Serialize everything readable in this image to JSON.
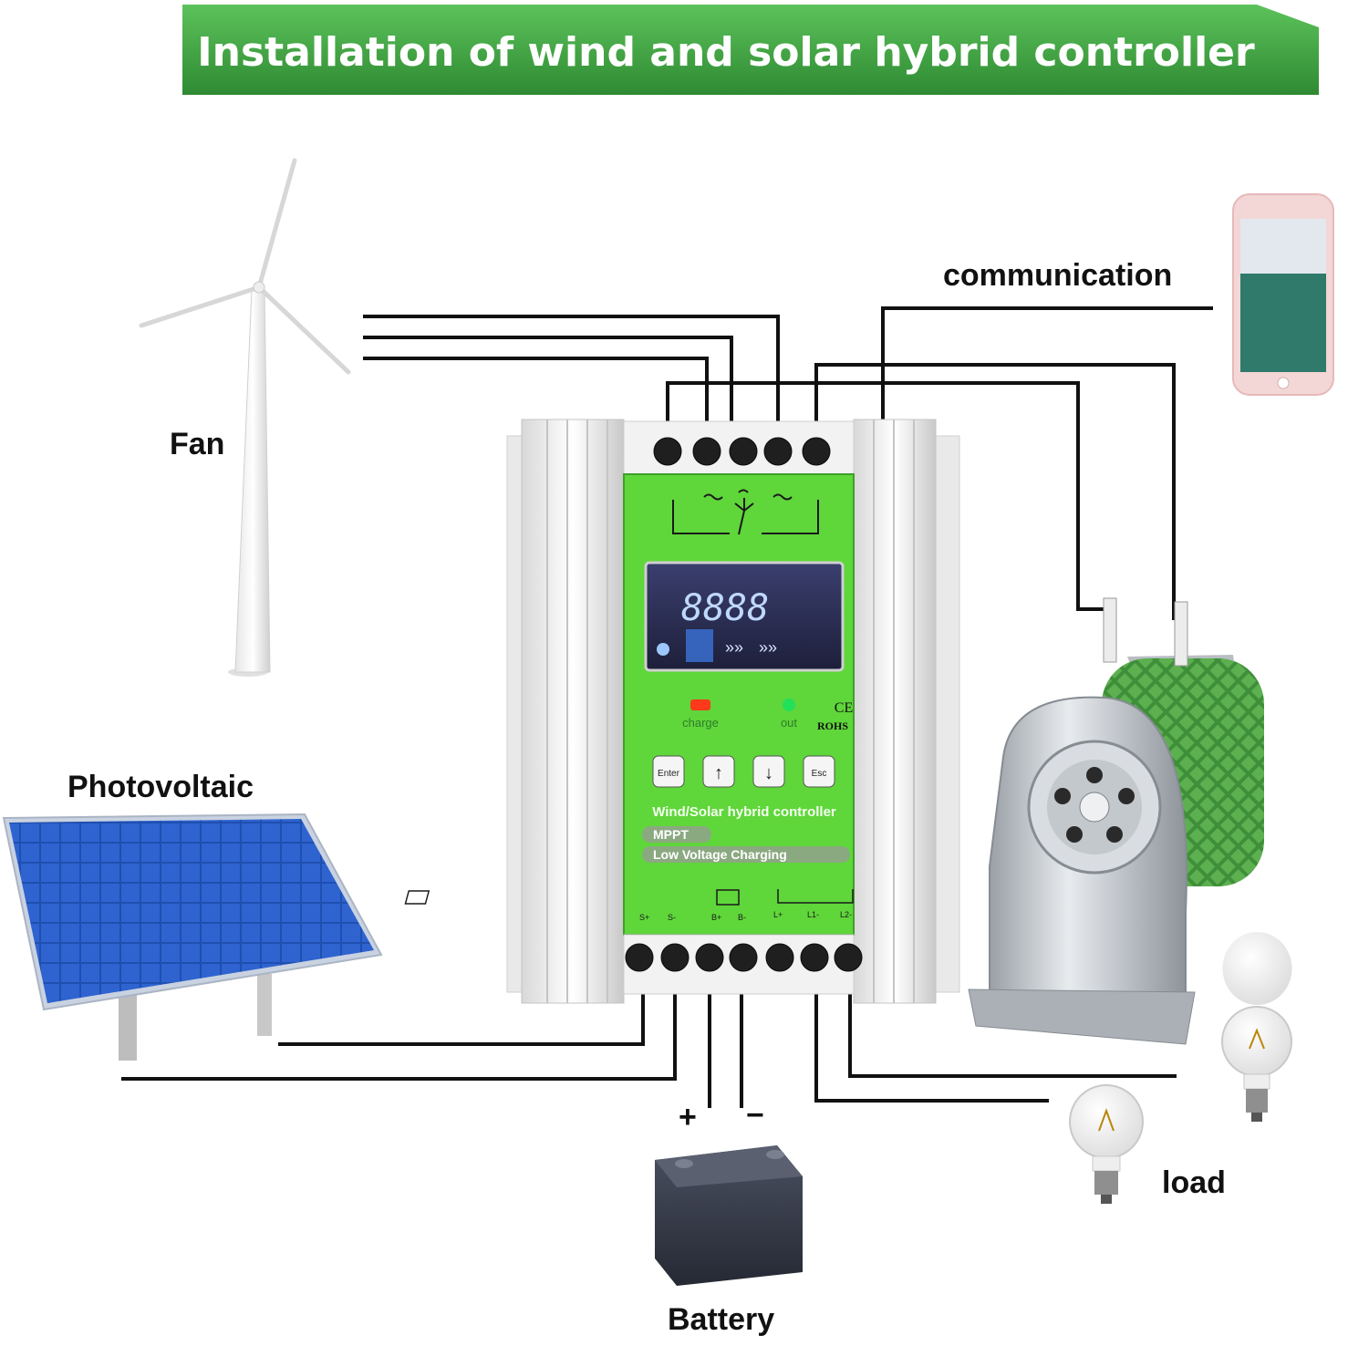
{
  "banner": {
    "title": "Installation of wind and solar hybrid controller",
    "color": "#3a9a3a"
  },
  "labels": {
    "fan": "Fan",
    "photovoltaic": "Photovoltaic",
    "communication": "communication",
    "load": "load",
    "battery": "Battery",
    "battery_plus": "+",
    "battery_minus": "−"
  },
  "controller": {
    "display_digits": "8888",
    "led_charge": "charge",
    "led_out": "out",
    "cert_ce": "CE",
    "cert_rohs": "ROHS",
    "buttons": [
      "Enter",
      "↑",
      "↓",
      "Esc"
    ],
    "product_name": "Wind/Solar hybrid controller",
    "feature_1": "MPPT",
    "feature_2": "Low Voltage Charging",
    "terminals_bottom": [
      "S+",
      "S-",
      "B+",
      "B-",
      "L+",
      "L1-",
      "L2-"
    ],
    "panel_color": "#5fd63a",
    "led_charge_color": "#ff3a1a",
    "led_out_color": "#23e05a"
  },
  "icons": [
    "wind-turbine-icon",
    "solar-panel-icon",
    "smartphone-icon",
    "dump-load-resistor-icon",
    "light-bulb-icon",
    "battery-icon"
  ]
}
